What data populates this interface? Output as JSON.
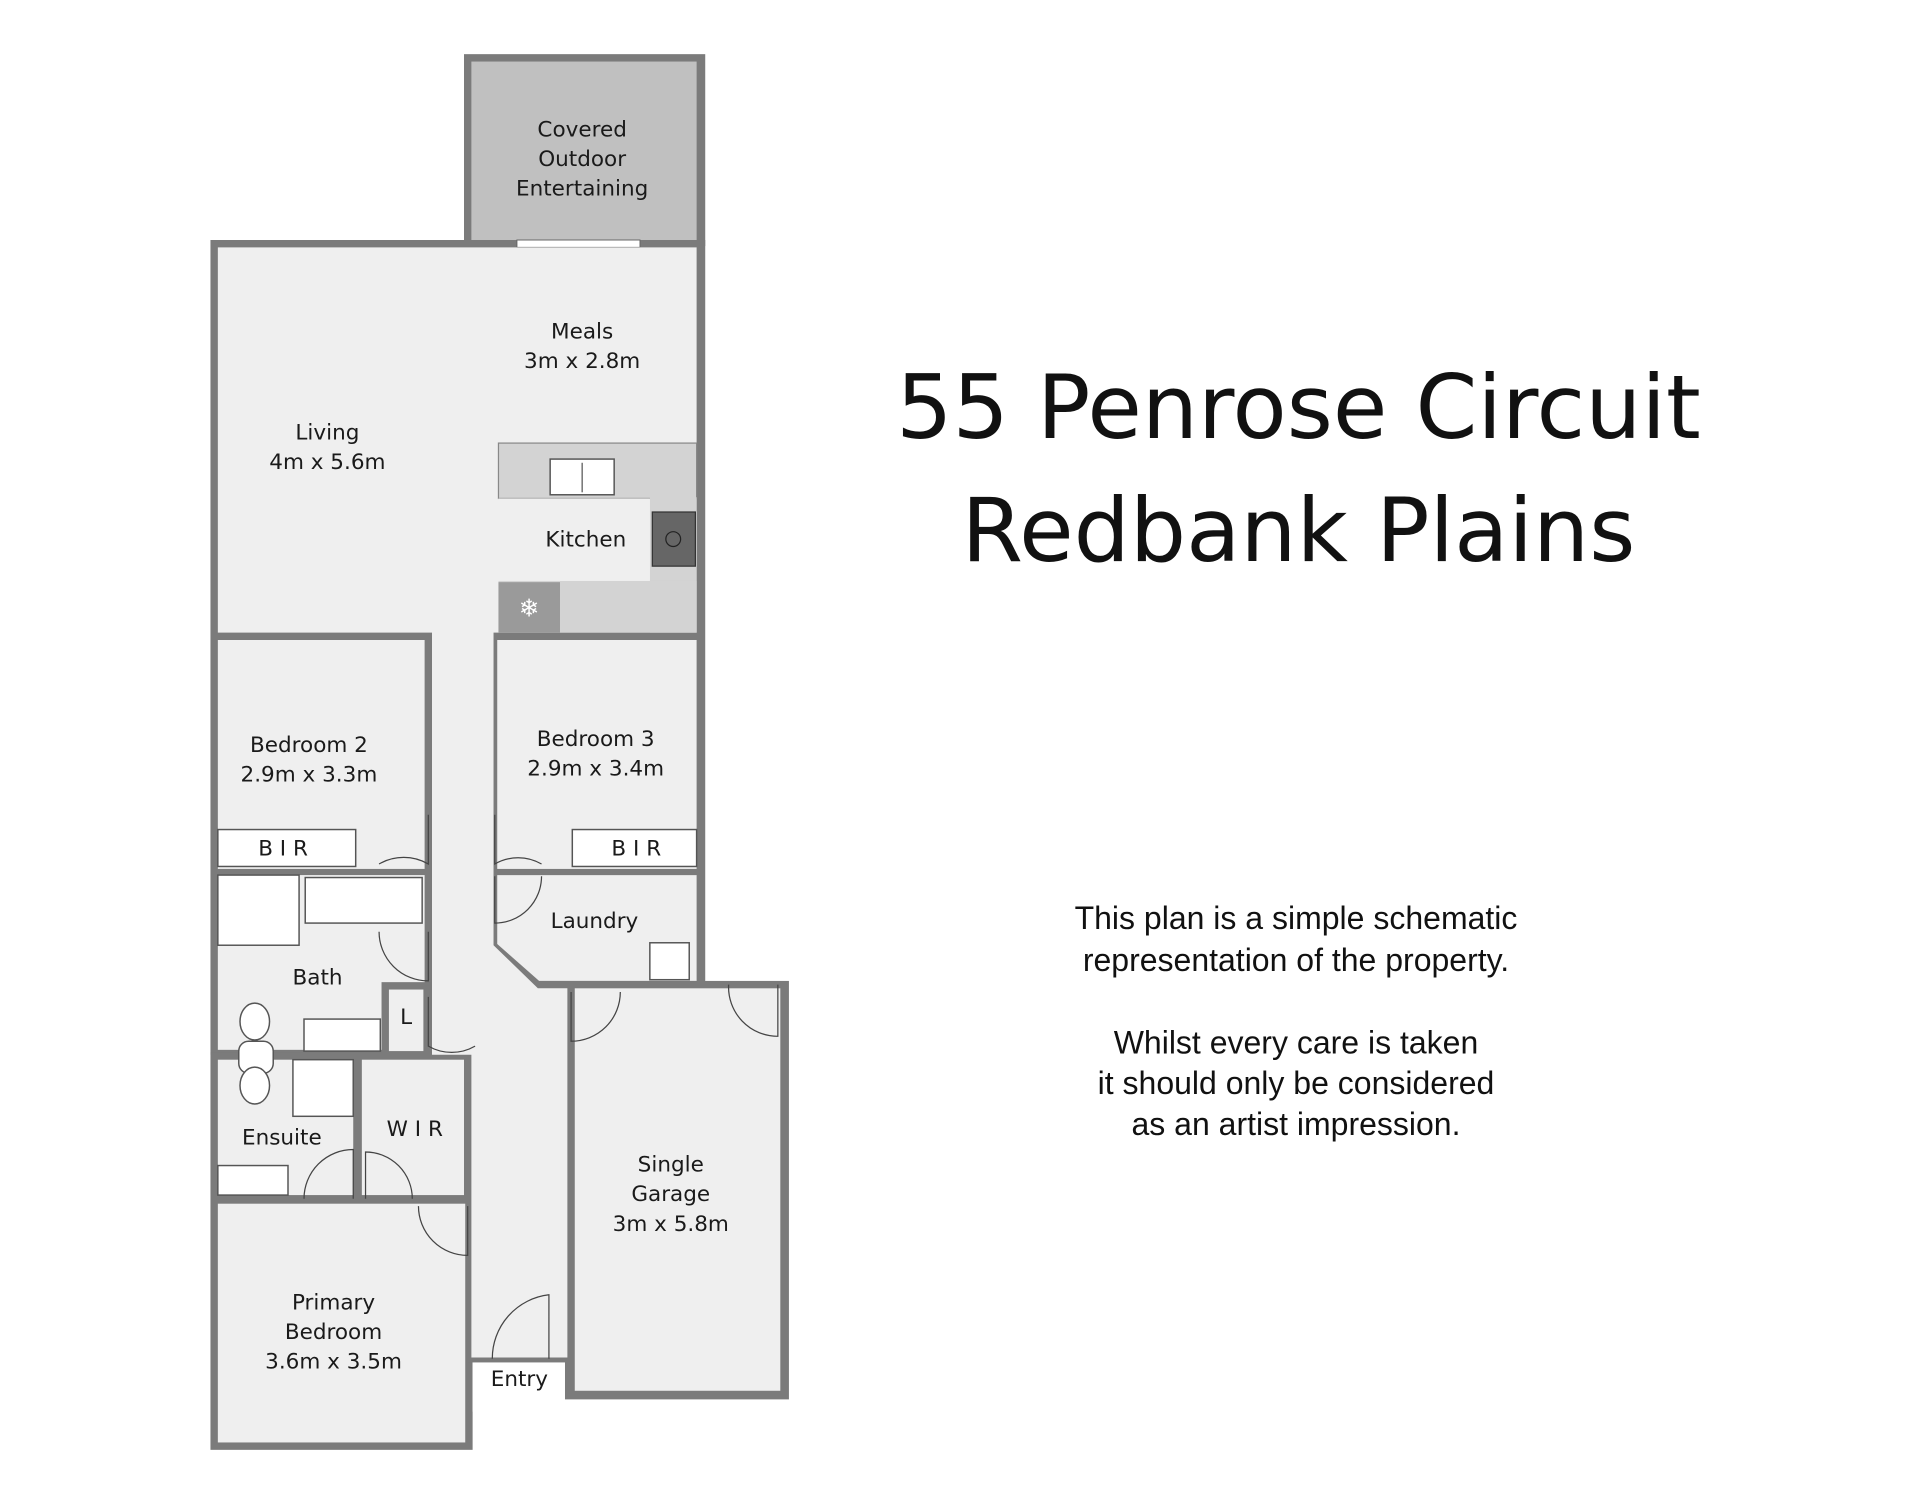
{
  "title": {
    "line1": "55 Penrose Circuit",
    "line2": "Redbank Plains"
  },
  "disclaimer": {
    "lines": [
      "This plan is a simple schematic",
      "representation of the property.",
      "Whilst every care is taken",
      "it should only be considered",
      "as an artist impression."
    ]
  },
  "rooms": {
    "outdoor": [
      "Covered",
      "Outdoor",
      "Entertaining"
    ],
    "meals": [
      "Meals",
      "3m x 2.8m"
    ],
    "living": [
      "Living",
      "4m x 5.6m"
    ],
    "kitchen": "Kitchen",
    "bedroom2": [
      "Bedroom 2",
      "2.9m x 3.3m"
    ],
    "bedroom3": [
      "Bedroom 3",
      "2.9m x 3.4m"
    ],
    "bir": "B I R",
    "laundry": "Laundry",
    "bath": "Bath",
    "linen": "L",
    "ensuite": "Ensuite",
    "wir": "W I R",
    "garage": [
      "Single",
      "Garage",
      "3m x 5.8m"
    ],
    "primary": [
      "Primary",
      "Bedroom",
      "3.6m x 3.5m"
    ],
    "entry": "Entry"
  },
  "colors": {
    "wall": "#7b7b7b",
    "floor": "#efefef",
    "outdoor": "#c0c0c0",
    "bench": "#d3d3d3"
  }
}
